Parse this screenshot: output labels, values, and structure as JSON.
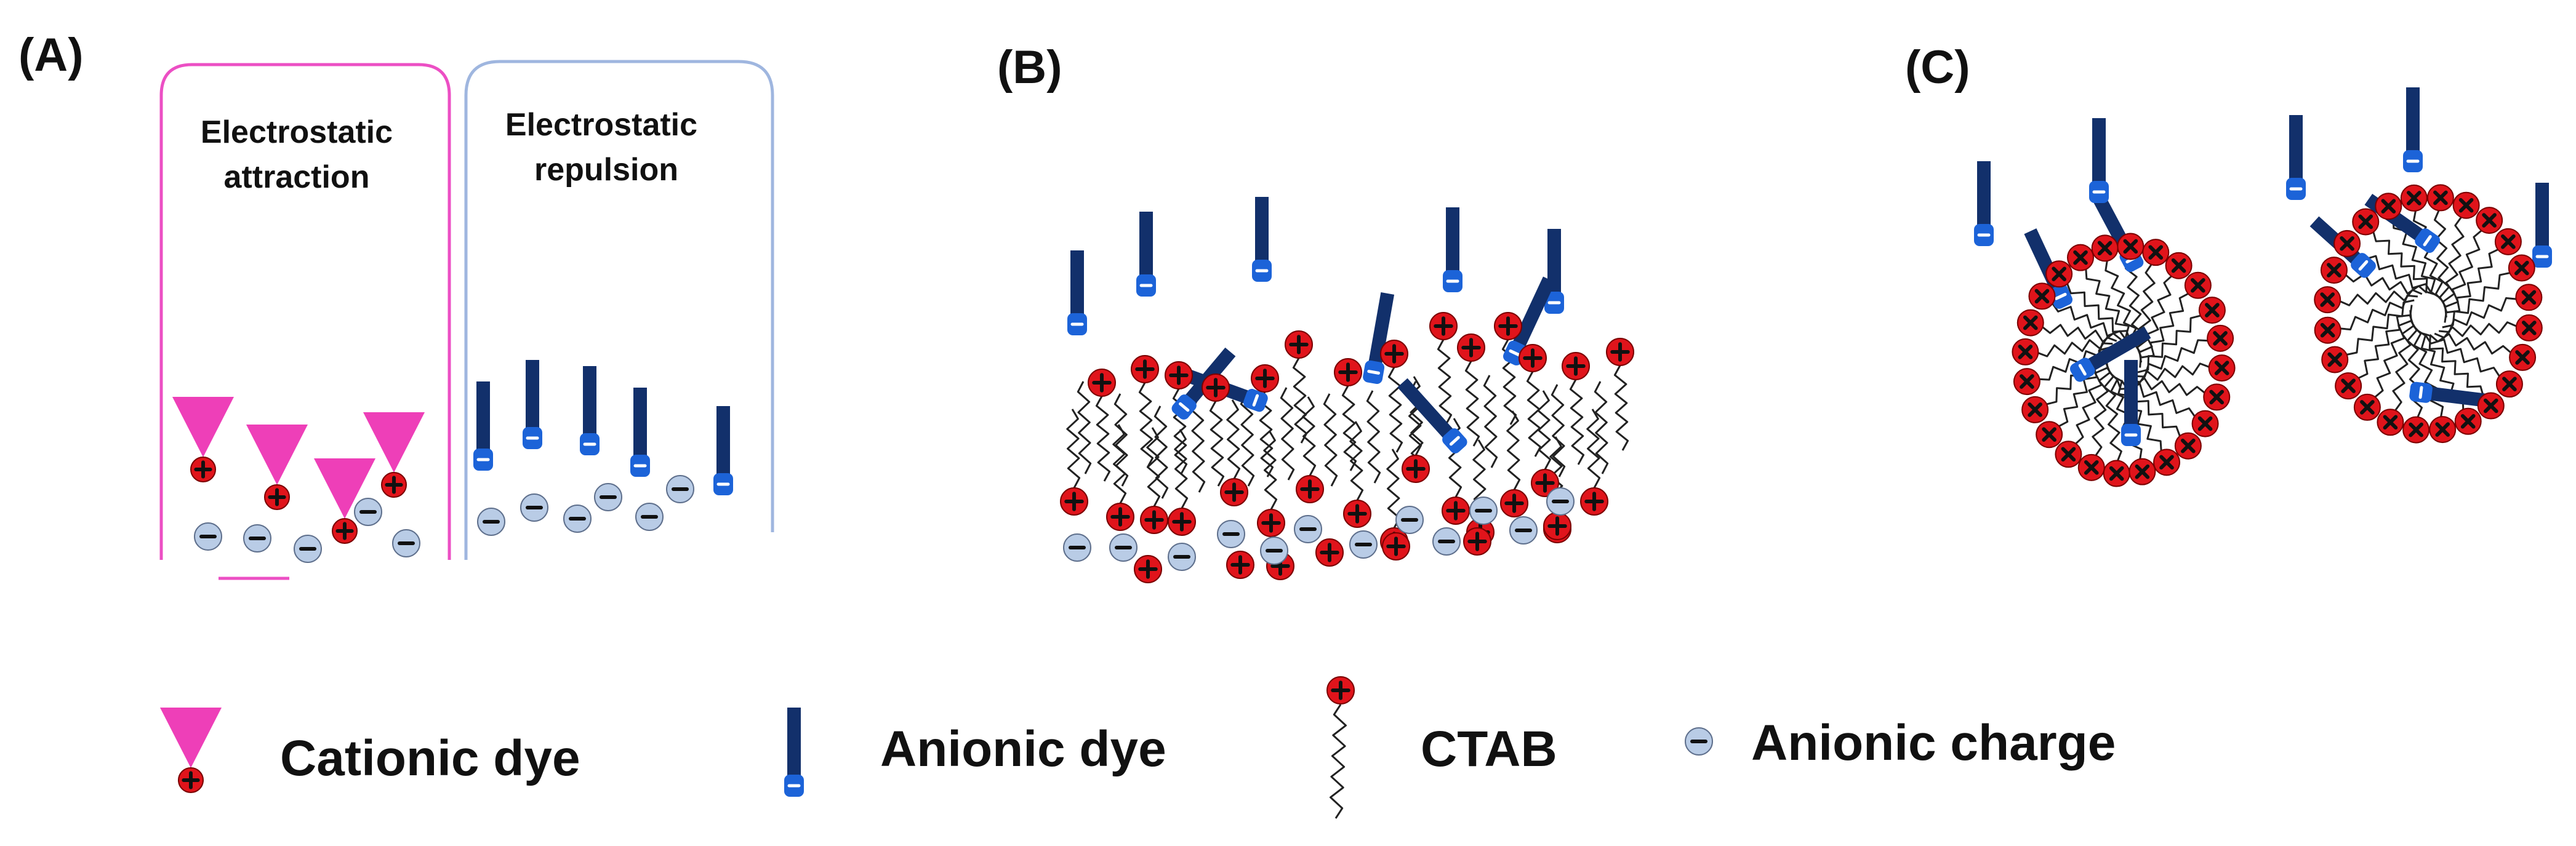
{
  "panels": {
    "a": {
      "label": "(A)",
      "attraction_label": [
        "Electrostatic",
        "attraction"
      ],
      "repulsion_label": [
        "Electrostatic",
        "repulsion"
      ]
    },
    "b": {
      "label": "(B)"
    },
    "c": {
      "label": "(C)"
    }
  },
  "legend": {
    "cationic_dye": "Cationic dye",
    "anionic_dye": "Anionic dye",
    "ctab": "CTAB",
    "anionic_charge": "Anionic charge"
  },
  "colors": {
    "cationic_dye": "#ee3fb8",
    "cationic_head": "#e0141b",
    "anionic_dye": "#12306b",
    "anionic_head": "#1c63d8",
    "anionic_charge": "#b9cce6",
    "attraction_box": "#ec4fc4",
    "repulsion_box": "#9fb6df"
  },
  "icons": {
    "cation_head": "plus-circle-icon",
    "anion_head": "minus-circle-icon",
    "micelle_head": "cross-circle-icon"
  }
}
